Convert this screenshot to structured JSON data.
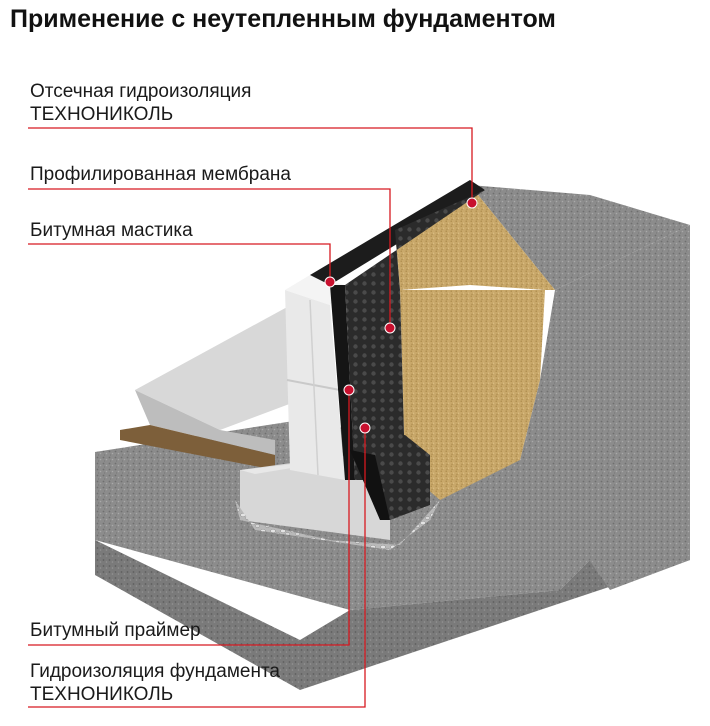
{
  "title": "Применение с неутепленным фундаментом",
  "colors": {
    "leader": "#d71920",
    "marker": "#c8102e"
  },
  "labels": {
    "cutoff_line1": "Отсечная гидроизоляция",
    "cutoff_line2": "ТЕХНОНИКОЛЬ",
    "membrane": "Профилированная мембрана",
    "mastic": "Битумная мастика",
    "primer": "Битумный праймер",
    "foundation_line1": "Гидроизоляция фундамента",
    "foundation_line2": "ТЕХНОНИКОЛЬ"
  }
}
